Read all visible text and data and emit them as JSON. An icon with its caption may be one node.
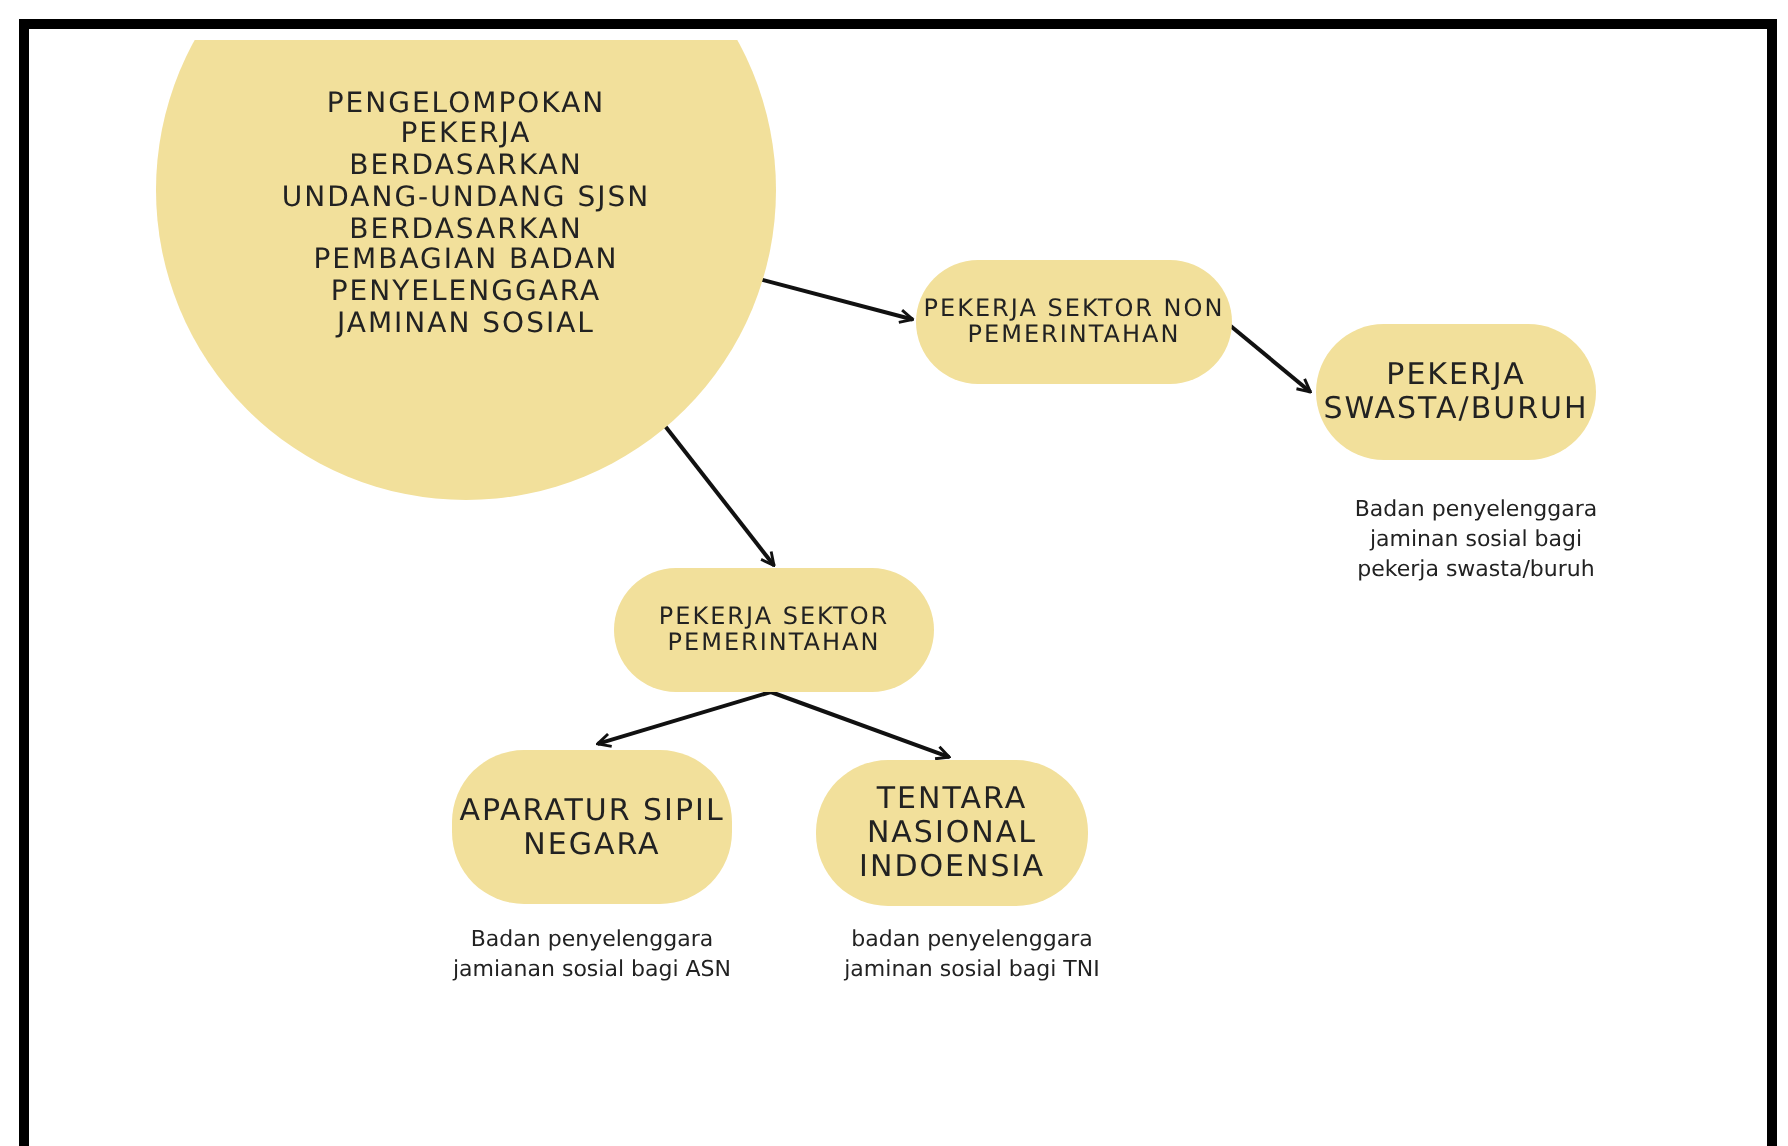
{
  "diagram": {
    "nodes": [
      {
        "text": [
          "PENGELOMPOKAN PEKERJA BERDASARKAN UNDANG-UNDANG SJSN BERDASARKAN PEMBAGIAN BADAN PENYELENGGARA JAMINAN SOSIAL"
        ]
      },
      {
        "text": [
          "PEKERJA SEKTOR NON PEMERINTAHAN"
        ]
      },
      {
        "text": [
          "PEKERJA SWASTA/BURUH"
        ],
        "beside": [
          "Badan penyelenggara jaminan sosial bagi pekerja swasta/buruh"
        ]
      },
      {
        "text": [
          "PEKERJA SEKTOR PEMERINTAHAN"
        ]
      },
      {
        "text": [
          "APARATUR SIPIL NEGARA"
        ],
        "beside": [
          "Badan penyelenggara jamianan sosial bagi ASN"
        ]
      },
      {
        "text": [
          "TENTARA NASIONAL INDOENSIA"
        ],
        "beside": [
          "badan penyelenggara jaminan sosial bagi TNI"
        ]
      }
    ],
    "edges": [
      {
        "from": 0,
        "to": 1,
        "arrow": "to"
      },
      {
        "from": 1,
        "to": 2,
        "arrow": "to"
      },
      {
        "from": 0,
        "to": 3,
        "arrow": "to"
      },
      {
        "from": 3,
        "to": 4,
        "arrow": "to"
      },
      {
        "from": 3,
        "to": 5,
        "arrow": "to"
      }
    ]
  }
}
